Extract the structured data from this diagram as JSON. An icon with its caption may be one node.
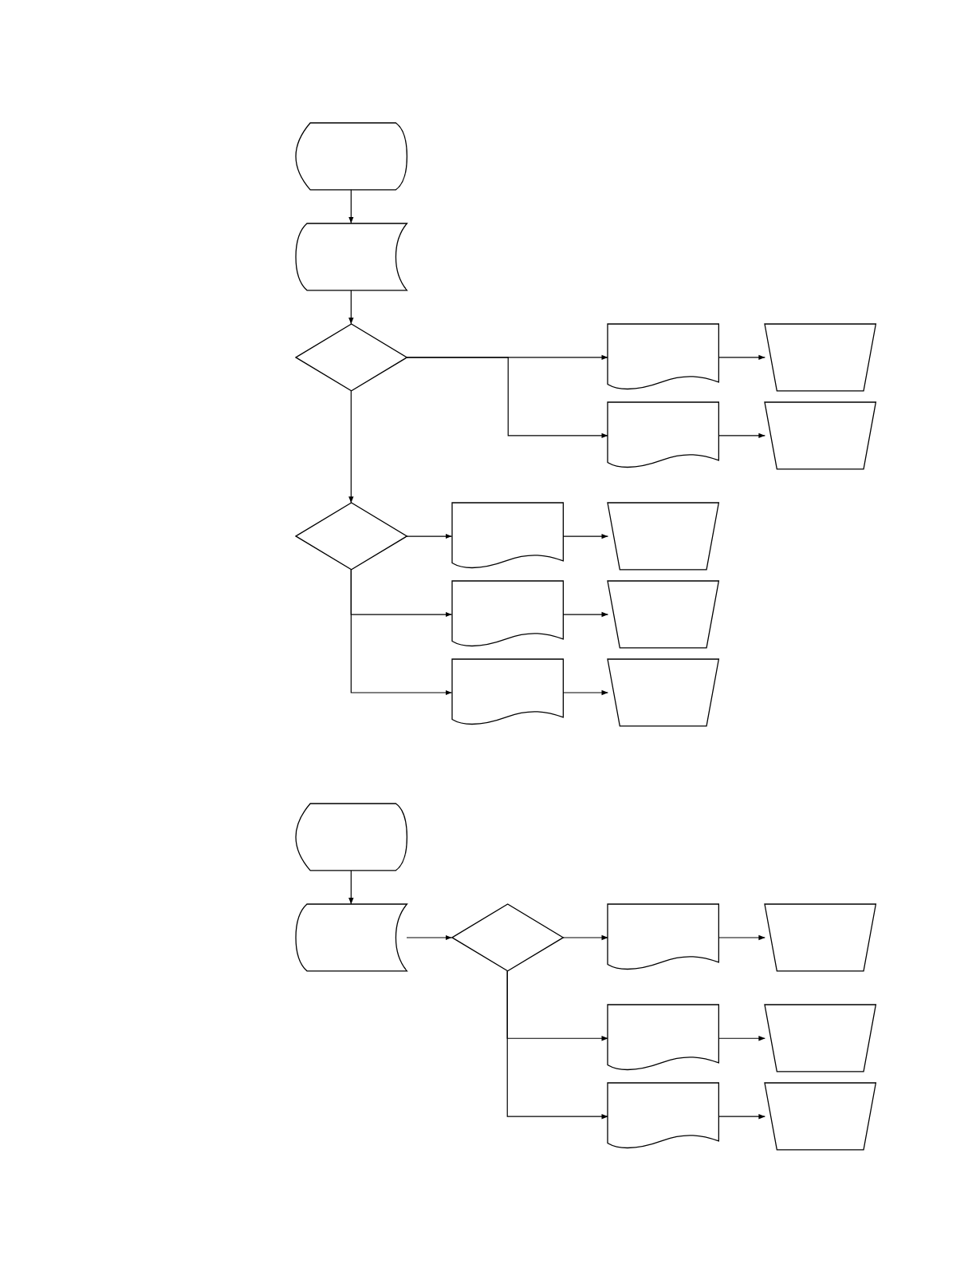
{
  "diagram": {
    "nodes": [
      {
        "text": [],
        "shape": "display"
      },
      {
        "text": [],
        "shape": "cylinder"
      },
      {
        "text": [],
        "shape": "diamond"
      },
      {
        "text": [],
        "shape": "document"
      },
      {
        "text": [],
        "shape": "trapezoid"
      },
      {
        "text": [],
        "shape": "document"
      },
      {
        "text": [],
        "shape": "trapezoid"
      },
      {
        "text": [],
        "shape": "diamond"
      },
      {
        "text": [],
        "shape": "document"
      },
      {
        "text": [],
        "shape": "trapezoid"
      },
      {
        "text": [],
        "shape": "document"
      },
      {
        "text": [],
        "shape": "trapezoid"
      },
      {
        "text": [],
        "shape": "document"
      },
      {
        "text": [],
        "shape": "trapezoid"
      },
      {
        "text": [],
        "shape": "display"
      },
      {
        "text": [],
        "shape": "cylinder"
      },
      {
        "text": [],
        "shape": "diamond"
      },
      {
        "text": [],
        "shape": "document"
      },
      {
        "text": [],
        "shape": "trapezoid"
      },
      {
        "text": [],
        "shape": "document"
      },
      {
        "text": [],
        "shape": "trapezoid"
      },
      {
        "text": [],
        "shape": "document"
      },
      {
        "text": [],
        "shape": "trapezoid"
      }
    ],
    "edges": [
      {
        "from": 0,
        "to": 1,
        "arrow": "to"
      },
      {
        "from": 1,
        "to": 2,
        "arrow": "to"
      },
      {
        "from": 2,
        "to": 3,
        "arrow": "to"
      },
      {
        "from": 2,
        "to": 5,
        "arrow": "to"
      },
      {
        "from": 3,
        "to": 4,
        "arrow": "to"
      },
      {
        "from": 5,
        "to": 6,
        "arrow": "to"
      },
      {
        "from": 2,
        "to": 7,
        "arrow": "to"
      },
      {
        "from": 7,
        "to": 8,
        "arrow": "to"
      },
      {
        "from": 7,
        "to": 10,
        "arrow": "to"
      },
      {
        "from": 7,
        "to": 12,
        "arrow": "to"
      },
      {
        "from": 8,
        "to": 9,
        "arrow": "to"
      },
      {
        "from": 10,
        "to": 11,
        "arrow": "to"
      },
      {
        "from": 12,
        "to": 13,
        "arrow": "to"
      },
      {
        "from": 14,
        "to": 15,
        "arrow": "to"
      },
      {
        "from": 15,
        "to": 16,
        "arrow": "to"
      },
      {
        "from": 16,
        "to": 17,
        "arrow": "to"
      },
      {
        "from": 16,
        "to": 19,
        "arrow": "to"
      },
      {
        "from": 16,
        "to": 21,
        "arrow": "to"
      },
      {
        "from": 17,
        "to": 18,
        "arrow": "to"
      },
      {
        "from": 19,
        "to": 20,
        "arrow": "to"
      },
      {
        "from": 21,
        "to": 22,
        "arrow": "to"
      }
    ]
  }
}
